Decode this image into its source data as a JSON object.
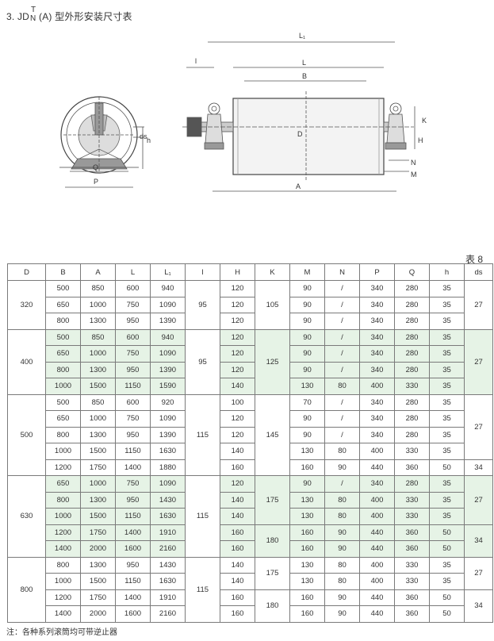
{
  "title": {
    "prefix": "3. JD",
    "sup": "T",
    "sub": "N",
    "suffix": "(A) 型外形安装尺寸表"
  },
  "drawing_labels": {
    "L1": "L₁",
    "l": "l",
    "L": "L",
    "B": "B",
    "D": "D",
    "ds": "ds",
    "h": "h",
    "Q": "Q",
    "P": "P",
    "A": "A",
    "H": "H",
    "K": "K",
    "N": "N",
    "M": "M"
  },
  "table_label": "表 8",
  "headers": [
    "D",
    "B",
    "A",
    "L",
    "L₁",
    "l",
    "H",
    "K",
    "M",
    "N",
    "P",
    "Q",
    "h",
    "ds"
  ],
  "groups": [
    {
      "D": "320",
      "l": "95",
      "ds": "27",
      "rows": [
        [
          "500",
          "850",
          "600",
          "940",
          "120",
          "90",
          "/",
          "340",
          "280",
          "35"
        ],
        [
          "650",
          "1000",
          "750",
          "1090",
          "120",
          "90",
          "/",
          "340",
          "280",
          "35"
        ],
        [
          "800",
          "1300",
          "950",
          "1390",
          "120",
          "90",
          "/",
          "340",
          "280",
          "35"
        ]
      ],
      "K": [
        "105"
      ]
    },
    {
      "D": "400",
      "l": "95",
      "ds": "27",
      "rows": [
        [
          "500",
          "850",
          "600",
          "940",
          "120",
          "90",
          "/",
          "340",
          "280",
          "35"
        ],
        [
          "650",
          "1000",
          "750",
          "1090",
          "120",
          "90",
          "/",
          "340",
          "280",
          "35"
        ],
        [
          "800",
          "1300",
          "950",
          "1390",
          "120",
          "90",
          "/",
          "340",
          "280",
          "35"
        ],
        [
          "1000",
          "1500",
          "1150",
          "1590",
          "140",
          "130",
          "80",
          "400",
          "330",
          "35"
        ]
      ],
      "K": [
        "125"
      ]
    },
    {
      "D": "500",
      "l": "115",
      "ds": [
        "27",
        "34"
      ],
      "rows": [
        [
          "500",
          "850",
          "600",
          "920",
          "100",
          "70",
          "/",
          "340",
          "280",
          "35"
        ],
        [
          "650",
          "1000",
          "750",
          "1090",
          "120",
          "90",
          "/",
          "340",
          "280",
          "35"
        ],
        [
          "800",
          "1300",
          "950",
          "1390",
          "120",
          "90",
          "/",
          "340",
          "280",
          "35"
        ],
        [
          "1000",
          "1500",
          "1150",
          "1630",
          "140",
          "130",
          "80",
          "400",
          "330",
          "35"
        ],
        [
          "1200",
          "1750",
          "1400",
          "1880",
          "160",
          "160",
          "90",
          "440",
          "360",
          "50"
        ]
      ],
      "K": [
        "145"
      ]
    },
    {
      "D": "630",
      "l": "115",
      "ds": [
        "27",
        "34"
      ],
      "rows": [
        [
          "650",
          "1000",
          "750",
          "1090",
          "120",
          "90",
          "/",
          "340",
          "280",
          "35"
        ],
        [
          "800",
          "1300",
          "950",
          "1430",
          "140",
          "130",
          "80",
          "400",
          "330",
          "35"
        ],
        [
          "1000",
          "1500",
          "1150",
          "1630",
          "140",
          "130",
          "80",
          "400",
          "330",
          "35"
        ],
        [
          "1200",
          "1750",
          "1400",
          "1910",
          "160",
          "160",
          "90",
          "440",
          "360",
          "50"
        ],
        [
          "1400",
          "2000",
          "1600",
          "2160",
          "160",
          "160",
          "90",
          "440",
          "360",
          "50"
        ]
      ],
      "K": [
        "175",
        "180"
      ]
    },
    {
      "D": "800",
      "l": "115",
      "ds": [
        "27",
        "34"
      ],
      "rows": [
        [
          "800",
          "1300",
          "950",
          "1430",
          "140",
          "130",
          "80",
          "400",
          "330",
          "35"
        ],
        [
          "1000",
          "1500",
          "1150",
          "1630",
          "140",
          "130",
          "80",
          "400",
          "330",
          "35"
        ],
        [
          "1200",
          "1750",
          "1400",
          "1910",
          "160",
          "160",
          "90",
          "440",
          "360",
          "50"
        ],
        [
          "1400",
          "2000",
          "1600",
          "2160",
          "160",
          "160",
          "90",
          "440",
          "360",
          "50"
        ]
      ],
      "K": [
        "175",
        "180"
      ]
    }
  ],
  "note": "注：各种系列滚筒均可带逆止器"
}
